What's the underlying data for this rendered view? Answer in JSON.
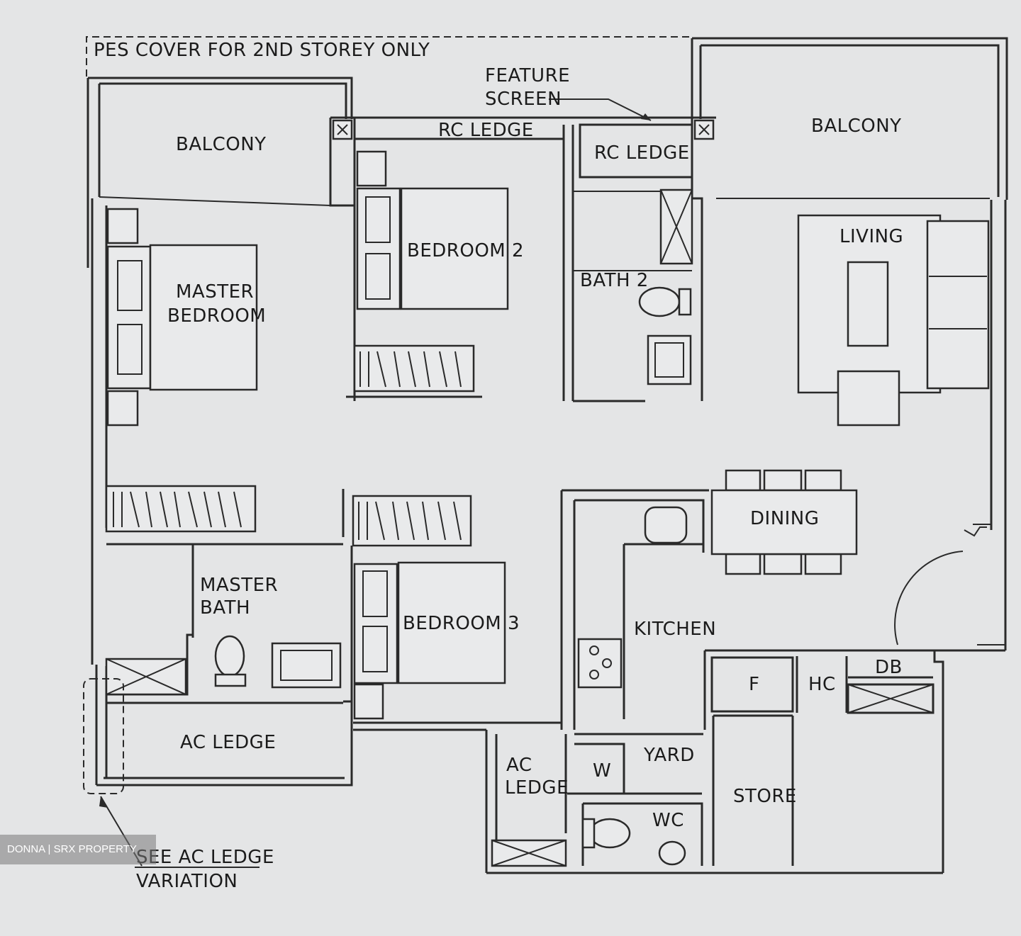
{
  "notes": {
    "pes_cover": "PES COVER FOR 2ND STOREY ONLY",
    "feature_screen_line1": "FEATURE",
    "feature_screen_line2": "SCREEN",
    "see_ac_ledge_line1": "SEE AC LEDGE",
    "see_ac_ledge_line2": "VARIATION"
  },
  "rooms": {
    "balcony_left": "BALCONY",
    "balcony_right": "BALCONY",
    "rc_ledge_top": "RC LEDGE",
    "rc_ledge_small": "RC LEDGE",
    "master_bedroom_line1": "MASTER",
    "master_bedroom_line2": "BEDROOM",
    "bedroom_2": "BEDROOM 2",
    "bath_2": "BATH 2",
    "living": "LIVING",
    "dining": "DINING",
    "master_bath_line1": "MASTER",
    "master_bath_line2": "BATH",
    "bedroom_3": "BEDROOM 3",
    "kitchen": "KITCHEN",
    "ac_ledge_left": "AC LEDGE",
    "ac_ledge_small_line1": "AC",
    "ac_ledge_small_line2": "LEDGE",
    "yard": "YARD",
    "store": "STORE",
    "wc": "WC",
    "w": "W",
    "f": "F",
    "hc": "HC",
    "db": "DB"
  },
  "watermark": "DONNA | SRX PROPERTY",
  "colors": {
    "background": "#e4e5e6",
    "line": "#2a2a2a",
    "text": "#1b1b1b"
  }
}
